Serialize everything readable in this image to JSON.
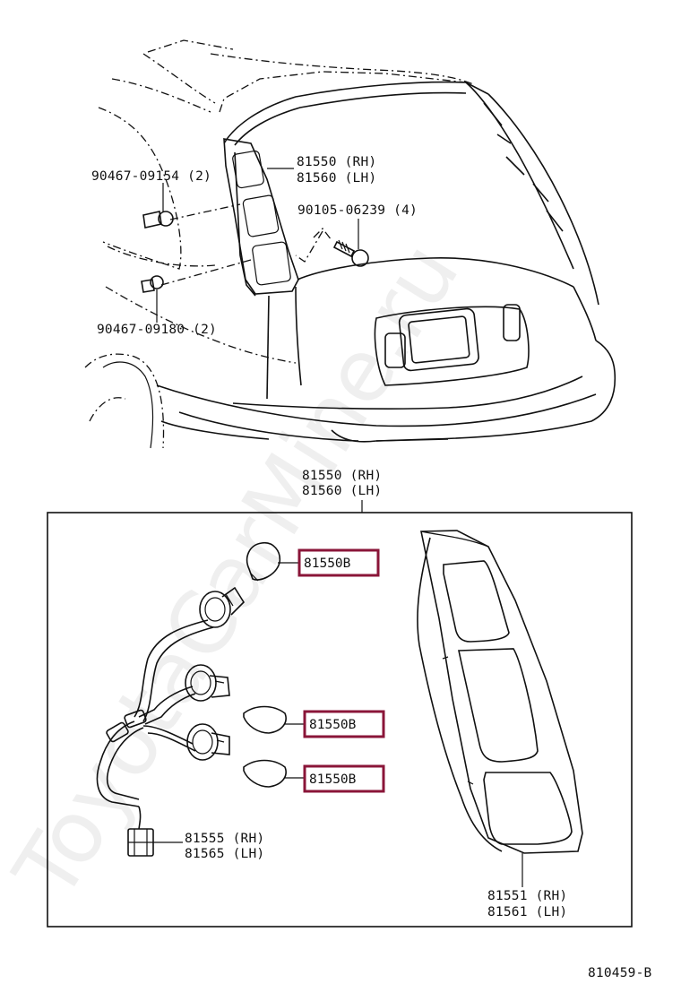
{
  "watermark": "ToyotaCarMine.ru",
  "diagram_code": "810459-B",
  "top_view": {
    "lamp_assy": [
      "81550 (RH)",
      "81560 (LH)"
    ],
    "clip_upper": "90467-09154 (2)",
    "screw": "90105-06239 (4)",
    "clip_lower": "90467-09180 (2)"
  },
  "detail_view": {
    "assy_label": [
      "81550 (RH)",
      "81560 (LH)"
    ],
    "bulbs": [
      "81550B",
      "81550B",
      "81550B"
    ],
    "socket_wire": [
      "81555 (RH)",
      "81565 (LH)"
    ],
    "lens": [
      "81551 (RH)",
      "81561 (LH)"
    ]
  },
  "colors": {
    "highlight": "#8a1538",
    "ink": "#111111"
  }
}
